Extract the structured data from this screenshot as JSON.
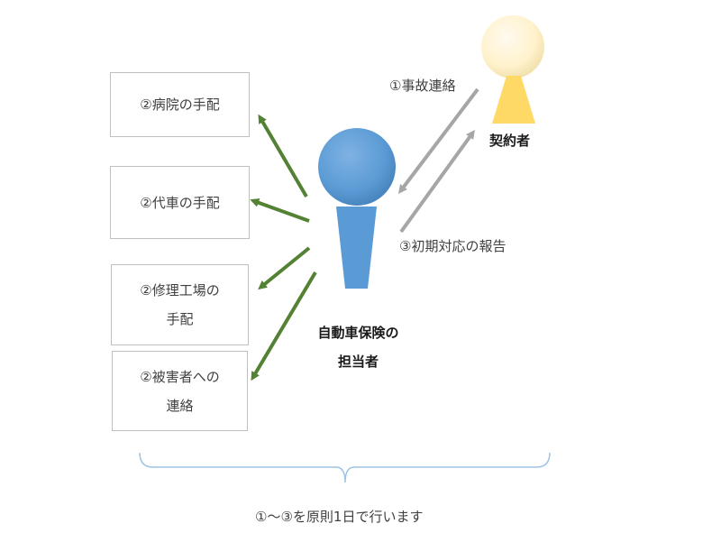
{
  "boxes": [
    {
      "line1": "②病院の手配",
      "line2": ""
    },
    {
      "line1": "②代車の手配",
      "line2": ""
    },
    {
      "line1": "②修理工場の",
      "line2": "手配"
    },
    {
      "line1": "②被害者への",
      "line2": "連絡"
    }
  ],
  "agent": {
    "line1": "自動車保険の",
    "line2": "担当者",
    "color": "#5b9bd5"
  },
  "policyholder": {
    "label": "契約者",
    "head_color": "#fff2cc",
    "body_color": "#ffd966"
  },
  "arrows": {
    "step1": "①事故連絡",
    "step3": "③初期対応の報告",
    "green_color": "#548235",
    "gray_color": "#a6a6a6"
  },
  "footer": {
    "note": "①～③を原則1日で行います",
    "brace_color": "#9dc3e6"
  }
}
